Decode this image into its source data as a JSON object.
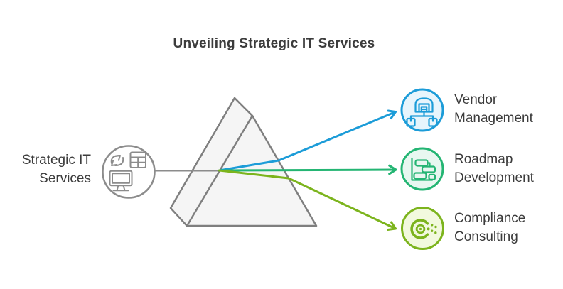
{
  "title": "Unveiling Strategic IT Services",
  "source_node": {
    "label_line1": "Strategic IT",
    "label_line2": "Services",
    "icons": [
      "sync-arrows-icon",
      "data-table-icon",
      "monitor-icon"
    ]
  },
  "prism": {
    "shape": "triangular-prism",
    "role": "splits input into three service beams"
  },
  "outputs": [
    {
      "id": "vendor",
      "label_line1": "Vendor",
      "label_line2": "Management",
      "icon": "warehouse-network-icon",
      "accent": "#1c9cd8",
      "fill": "#e7f5fc"
    },
    {
      "id": "roadmap",
      "label_line1": "Roadmap",
      "label_line2": "Development",
      "icon": "gantt-chart-icon",
      "accent": "#24b573",
      "fill": "#e8f7f0"
    },
    {
      "id": "compliance",
      "label_line1": "Compliance",
      "label_line2": "Consulting",
      "icon": "compliance-target-icon",
      "accent": "#7cb41d",
      "fill": "#f2f9de"
    }
  ],
  "colors": {
    "accent_blue": "#1c9cd8",
    "accent_green": "#24b573",
    "accent_lime": "#7cb41d",
    "fill_blue": "#e7f5fc",
    "fill_green": "#e8f7f0",
    "fill_lime": "#f2f9de",
    "gray": "#8c8c8c",
    "prism_stroke": "#7f7f7f",
    "prism_fill": "#f5f5f5",
    "text_dark": "#3c3c3c"
  }
}
